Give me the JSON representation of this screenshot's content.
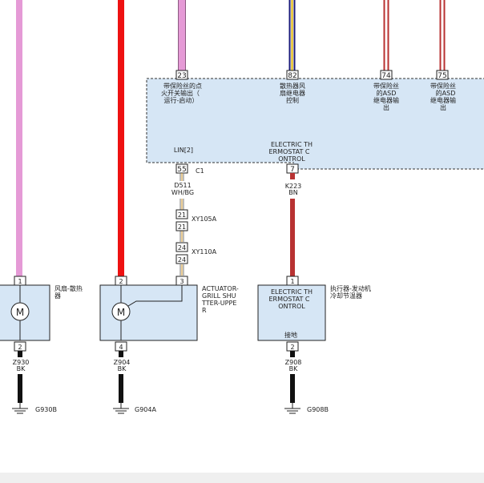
{
  "module": {
    "pins": [
      {
        "num": "23",
        "label_lines": [
          "带保险丝的点",
          "火开关输出（",
          "运行-启动）"
        ]
      },
      {
        "num": "82",
        "label_lines": [
          "散热器风",
          "扇继电器",
          "控制"
        ]
      },
      {
        "num": "74",
        "label_lines": [
          "带保险丝",
          "的ASD",
          "继电器输",
          "出"
        ]
      },
      {
        "num": "75",
        "label_lines": [
          "带保险丝",
          "的ASD",
          "继电器输",
          "出"
        ]
      }
    ],
    "lin_label": "LIN[2]",
    "thermostat_label_lines": [
      "ELECTRIC TH",
      "ERMOSTAT C",
      "ONTROL"
    ],
    "pin_lin": "55",
    "pin_therm": "7",
    "connector": "C1"
  },
  "lin_wire": {
    "circuit": "D511",
    "color": "WH/BG",
    "splices": [
      {
        "pins": [
          "21",
          "21"
        ],
        "connector": "XY105A"
      },
      {
        "pins": [
          "24",
          "24"
        ],
        "connector": "XY110A"
      }
    ]
  },
  "therm_wire": {
    "circuit": "K223",
    "color": "BN"
  },
  "fan": {
    "pin_top": "1",
    "pin_bottom": "2",
    "label_lines": [
      "风扇-散热",
      "器"
    ],
    "motor_symbol": "M",
    "ground_wire": {
      "circuit": "Z930",
      "color": "BK"
    },
    "ground": "G930B"
  },
  "shutter": {
    "pin_left": "2",
    "pin_right": "3",
    "pin_bottom": "4",
    "label_lines": [
      "ACTUATOR-",
      "GRILL SHU",
      "TTER-UPPE",
      "R"
    ],
    "motor_symbol": "M",
    "ground_wire": {
      "circuit": "Z904",
      "color": "BK"
    },
    "ground": "G904A"
  },
  "thermostat": {
    "pin_top": "1",
    "pin_bottom": "2",
    "box_lines": [
      "ELECTRIC TH",
      "ERMOSTAT C",
      "ONTROL"
    ],
    "ground_label": "接地",
    "label_lines": [
      "执行器-发动机",
      "冷却节温器"
    ],
    "ground_wire": {
      "circuit": "Z908",
      "color": "BK"
    },
    "ground": "G908B"
  },
  "colors": {
    "pink_wire": "#e59ad6",
    "red_wire": "#ee1111",
    "dark_red_wire": "#b83232",
    "navy_wire": "#1a1a7a",
    "yellow_stripe": "#e0b400",
    "box_fill": "#d6e6f5",
    "black_wire": "#111111"
  }
}
